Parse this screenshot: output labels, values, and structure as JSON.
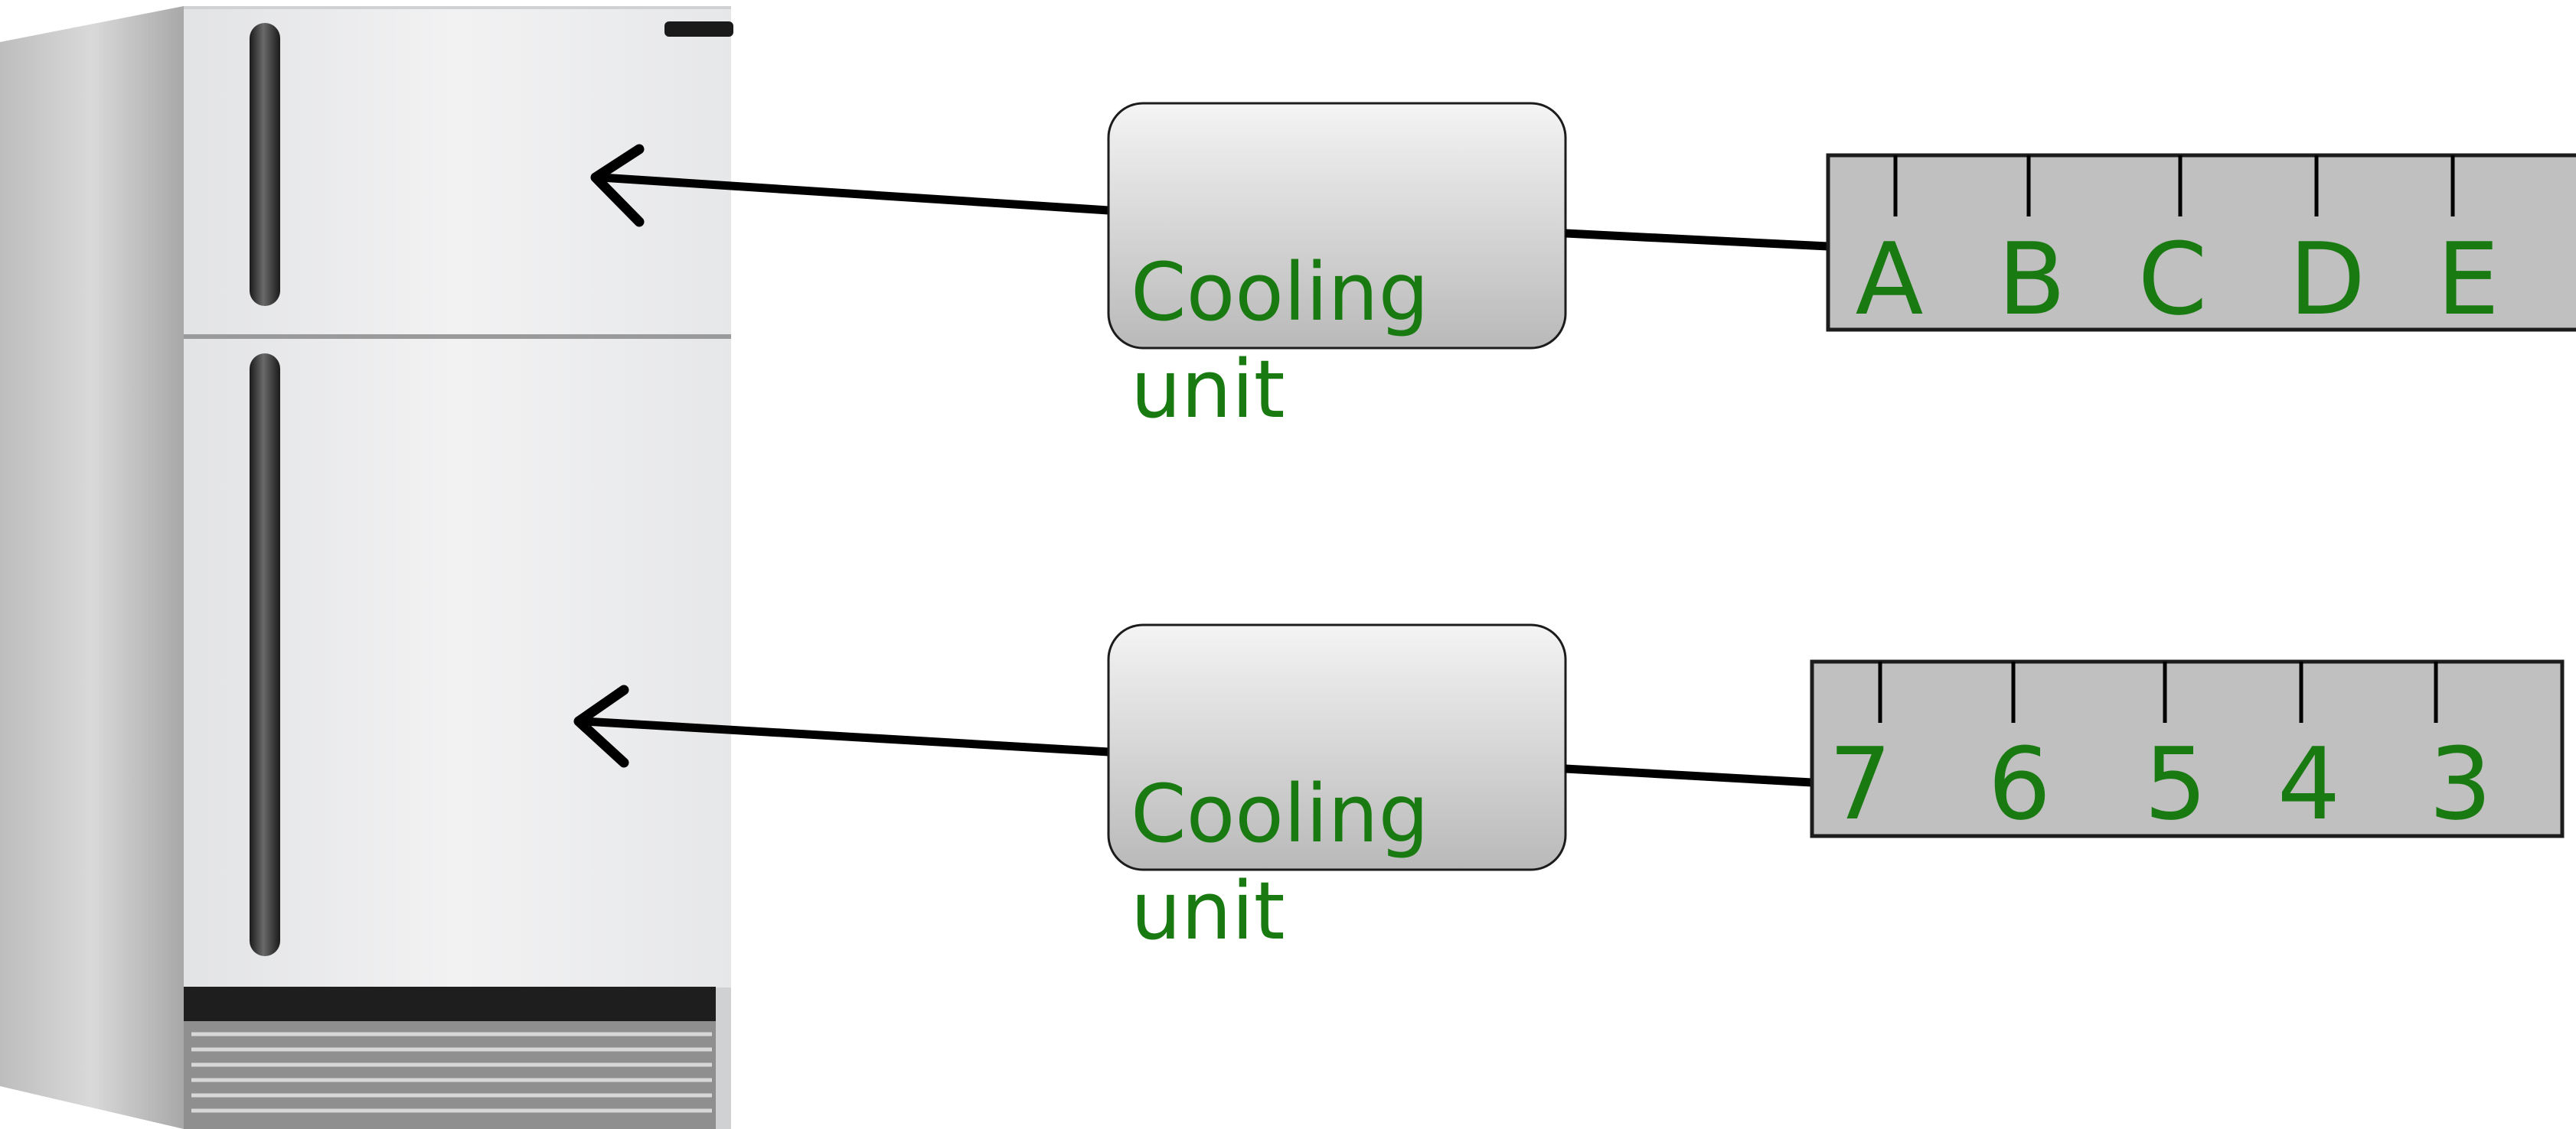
{
  "cooling_units": [
    {
      "line1": "Cooling",
      "line2": "unit"
    },
    {
      "line1": "Cooling",
      "line2": "unit"
    }
  ],
  "scales": [
    {
      "labels": [
        "A",
        "B",
        "C",
        "D",
        "E"
      ]
    },
    {
      "labels": [
        "7",
        "6",
        "5",
        "4",
        "3"
      ]
    }
  ],
  "colors": {
    "label_green": "#1a7a12",
    "scale_fill": "#c0c0c0",
    "line": "#000000"
  }
}
